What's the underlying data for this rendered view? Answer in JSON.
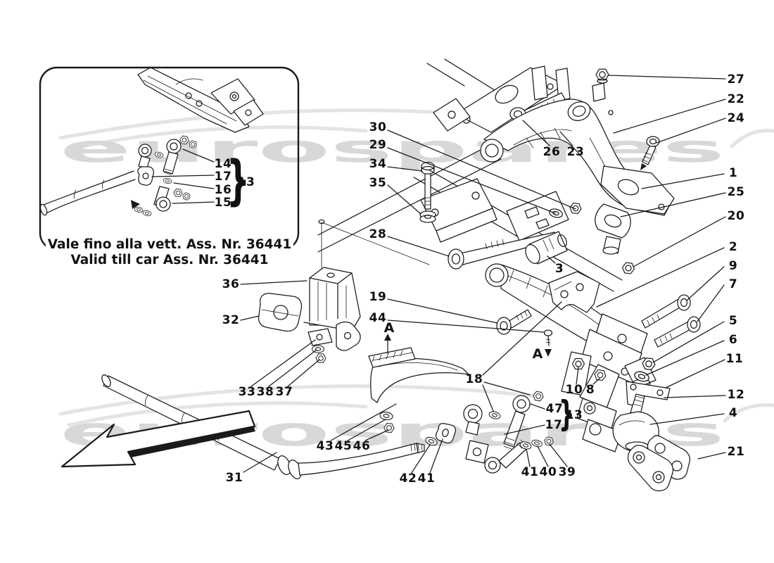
{
  "watermark": {
    "text": "eurospares",
    "color": "#d8d8d8"
  },
  "inset": {
    "caption_line1": "Vale fino alla vett. Ass. Nr. 36441",
    "caption_line2": "Valid till car Ass. Nr. 36441"
  },
  "section_marker": "A",
  "glyphs": {
    "brace": "}"
  },
  "colors": {
    "line": "#1a1a1a",
    "watermark": "#d8d8d8"
  },
  "callouts": {
    "n1": "1",
    "n2": "2",
    "n3": "3",
    "n4": "4",
    "n5": "5",
    "n6": "6",
    "n7": "7",
    "n8": "8",
    "n9": "9",
    "n10": "10",
    "n11": "11",
    "n12": "12",
    "n13": "13",
    "n13b": "13",
    "n14": "14",
    "n15": "15",
    "n16": "16",
    "n17": "17",
    "n17b": "17",
    "n18": "18",
    "n19": "19",
    "n20": "20",
    "n21": "21",
    "n22": "22",
    "n23": "23",
    "n24": "24",
    "n25": "25",
    "n26": "26",
    "n27": "27",
    "n28": "28",
    "n29": "29",
    "n30": "30",
    "n31": "31",
    "n32": "32",
    "n33": "33",
    "n34": "34",
    "n35": "35",
    "n36": "36",
    "n37": "37",
    "n38": "38",
    "n39": "39",
    "n40": "40",
    "n41a": "41",
    "n41b": "41",
    "n42": "42",
    "n43": "43",
    "n44": "44",
    "n45": "45",
    "n46": "46",
    "n47": "47"
  }
}
